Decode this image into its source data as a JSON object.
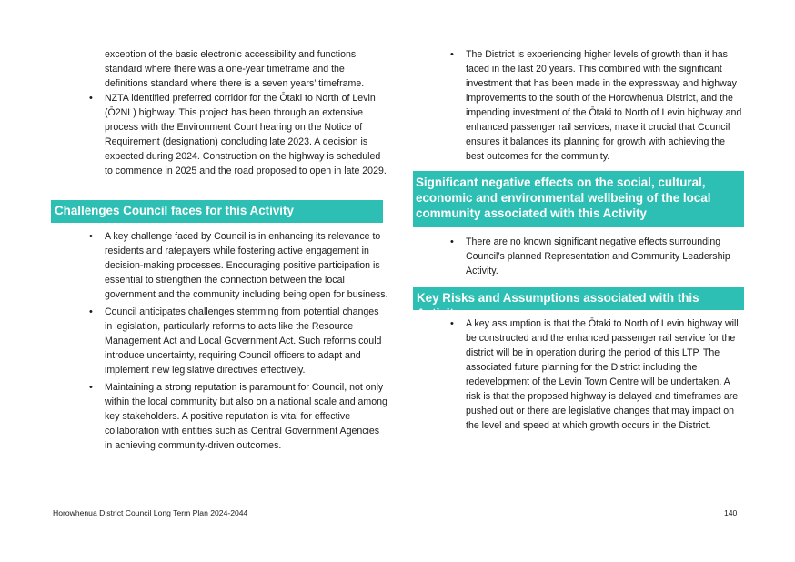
{
  "left": {
    "intro_continuation": "exception of the basic electronic accessibility and functions standard where there was a one-year timeframe and the definitions standard where there is a seven years’ timeframe.",
    "intro_bullet": "NZTA identified preferred corridor for the Ōtaki to North of Levin (Ō2NL) highway. This project has been through an extensive process with the Environment Court hearing on the Notice of Requirement (designation) concluding late 2023. A decision is expected during 2024. Construction on the highway is scheduled to commence in 2025 and the road proposed to open in late 2029.",
    "challenges_heading": "Challenges Council faces for this Activity",
    "challenges": [
      "A key challenge faced by Council is in enhancing its relevance to residents and ratepayers while fostering active engagement in decision-making processes. Encouraging positive participation is essential to strengthen the connection between the local government and the community including being open for business.",
      "Council anticipates challenges stemming from potential changes in legislation, particularly reforms to acts like the Resource Management Act and Local Government Act. Such reforms could introduce uncertainty, requiring Council officers to adapt and implement new legislative directives effectively.",
      "Maintaining a strong reputation is paramount for Council, not only within the local community but also on a national scale and among key stakeholders. A positive reputation is vital for effective collaboration with entities such as Central Government Agencies in achieving community-driven outcomes."
    ]
  },
  "right": {
    "growth_bullet": "The District is experiencing higher levels of growth than it has faced in the last 20 years. This combined with the significant investment that has been made in the expressway and highway improvements to the south of the Horowhenua District, and the impending investment of the Ōtaki to North of Levin highway and enhanced passenger rail services, make it crucial that Council ensures it balances its planning for growth with achieving the best outcomes for the community.",
    "negative_heading": "Significant negative effects on the social, cultural, economic and environmental wellbeing of the local community associated with this Activity",
    "negative_bullet": "There are no known significant negative effects surrounding Council’s planned Representation and Community Leadership Activity.",
    "risks_heading": "Key Risks and Assumptions associated with this Activity",
    "risks_bullet": "A key assumption is that the Ōtaki to North of Levin highway will be constructed and the enhanced passenger rail service for the district will be in operation during the period of this LTP.  The associated future planning for the District including the redevelopment of the Levin Town Centre will be undertaken. A risk is that the proposed highway is delayed and timeframes are pushed out or there are legislative changes that may impact on the level and speed at which growth occurs in the District."
  },
  "footer": {
    "document_title": "Horowhenua District Council Long Term Plan 2024-2044",
    "page_number": "140"
  },
  "bullet_glyph": "•",
  "colors": {
    "heading_bg": "#2ebfb4",
    "heading_text": "#ffffff",
    "body_text": "#1a1a1a"
  }
}
